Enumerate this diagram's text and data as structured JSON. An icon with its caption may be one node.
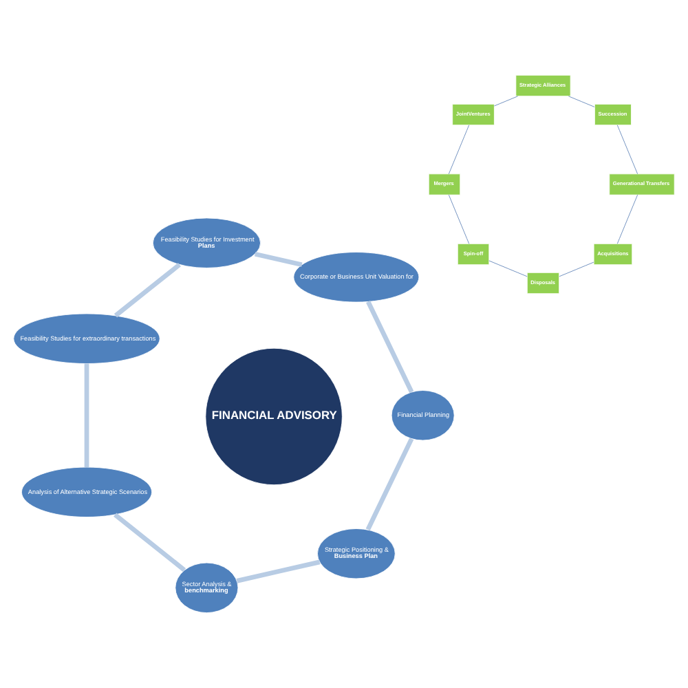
{
  "diagram": {
    "nodes": [
      {
        "text": [
          "Strategic Positioning &",
          "Business Plan"
        ]
      },
      {
        "text": [
          "Financial Planning"
        ]
      },
      {
        "text": [
          "Sector Analysis &",
          "benchmarking"
        ]
      },
      {
        "text": [
          "Acquisitions"
        ]
      },
      {
        "text": [
          "Generational Transfers"
        ]
      },
      {
        "text": [
          "Disposals"
        ]
      },
      {
        "text": [
          "FINANCIAL ADVISORY"
        ]
      },
      {
        "text": [
          "Corporate or Business Unit Valuation for"
        ]
      },
      {
        "text": [
          "Succession"
        ]
      },
      {
        "text": [
          "Spin-off"
        ]
      },
      {
        "text": [
          "Analysis of Alternative Strategic Scenarios"
        ]
      },
      {
        "text": [
          "Strategic Alliances"
        ]
      },
      {
        "text": [
          "Mergers"
        ]
      },
      {
        "text": [
          "JointVentures"
        ]
      },
      {
        "text": [
          "Feasibility Studies for Investment",
          "Plans"
        ]
      },
      {
        "text": [
          "Feasibility Studies for extraordinary transactions"
        ]
      }
    ],
    "edges": [
      {
        "from": 1,
        "to": 0,
        "arrow": "none",
        "style": "thick",
        "color": "#b8cce4"
      },
      {
        "from": 0,
        "to": 2,
        "arrow": "none",
        "style": "thick",
        "color": "#b8cce4"
      },
      {
        "from": 2,
        "to": 10,
        "arrow": "none",
        "style": "thick",
        "color": "#b8cce4"
      },
      {
        "from": 10,
        "to": 15,
        "arrow": "none",
        "style": "thick",
        "color": "#b8cce4"
      },
      {
        "from": 15,
        "to": 14,
        "arrow": "none",
        "style": "thick",
        "color": "#b8cce4"
      },
      {
        "from": 14,
        "to": 7,
        "arrow": "none",
        "style": "thick",
        "color": "#b8cce4"
      },
      {
        "from": 7,
        "to": 1,
        "arrow": "none",
        "style": "thick",
        "color": "#b8cce4"
      },
      {
        "from": 3,
        "to": 5,
        "arrow": "none"
      },
      {
        "from": 5,
        "to": 9,
        "arrow": "none"
      },
      {
        "from": 9,
        "to": 12,
        "arrow": "none"
      },
      {
        "from": 12,
        "to": 13,
        "arrow": "none"
      },
      {
        "from": 13,
        "to": 11,
        "arrow": "none"
      },
      {
        "from": 11,
        "to": 8,
        "arrow": "none"
      },
      {
        "from": 8,
        "to": 4,
        "arrow": "none"
      },
      {
        "from": 4,
        "to": 3,
        "arrow": "none"
      }
    ]
  }
}
